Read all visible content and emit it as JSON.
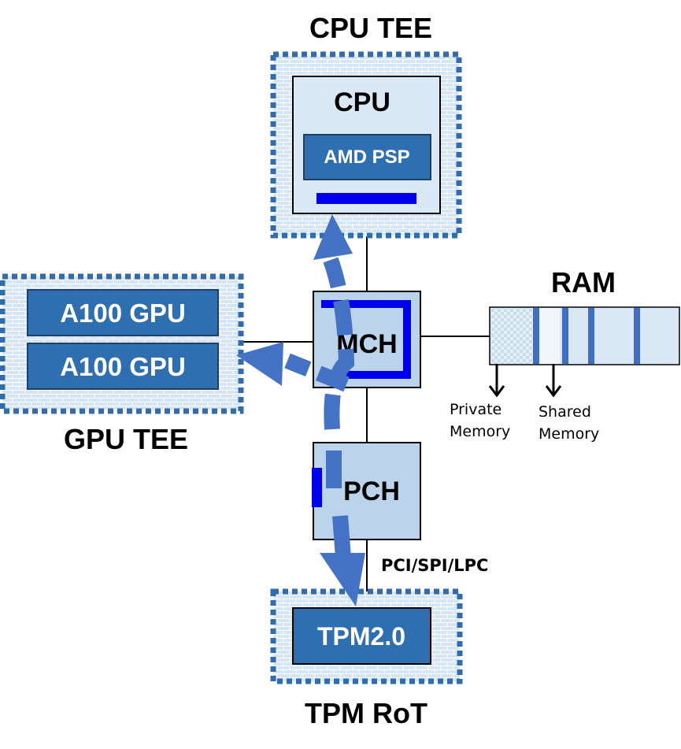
{
  "zones": {
    "cpu_tee": "CPU TEE",
    "gpu_tee": "GPU TEE",
    "tpm_rot": "TPM RoT"
  },
  "cpu": {
    "label": "CPU",
    "psp": "AMD PSP"
  },
  "gpus": [
    "A100 GPU",
    "A100 GPU"
  ],
  "mch": "MCH",
  "pch": "PCH",
  "tpm": "TPM2.0",
  "ram": {
    "title": "RAM",
    "private_label": [
      "Private",
      "Memory"
    ],
    "shared_label": [
      "Shared",
      "Memory"
    ]
  },
  "bus_label": "PCI/SPI/LPC",
  "colors": {
    "tee_border": "#2f6cb0",
    "tee_fill": "#cfe0f0",
    "chip_box": "#dae7f4",
    "hub_box": "#bcd3ec",
    "chip_dark": "#2e6fb2",
    "accent_bar": "#0000ee",
    "flow_arrow": "#4472c4"
  }
}
